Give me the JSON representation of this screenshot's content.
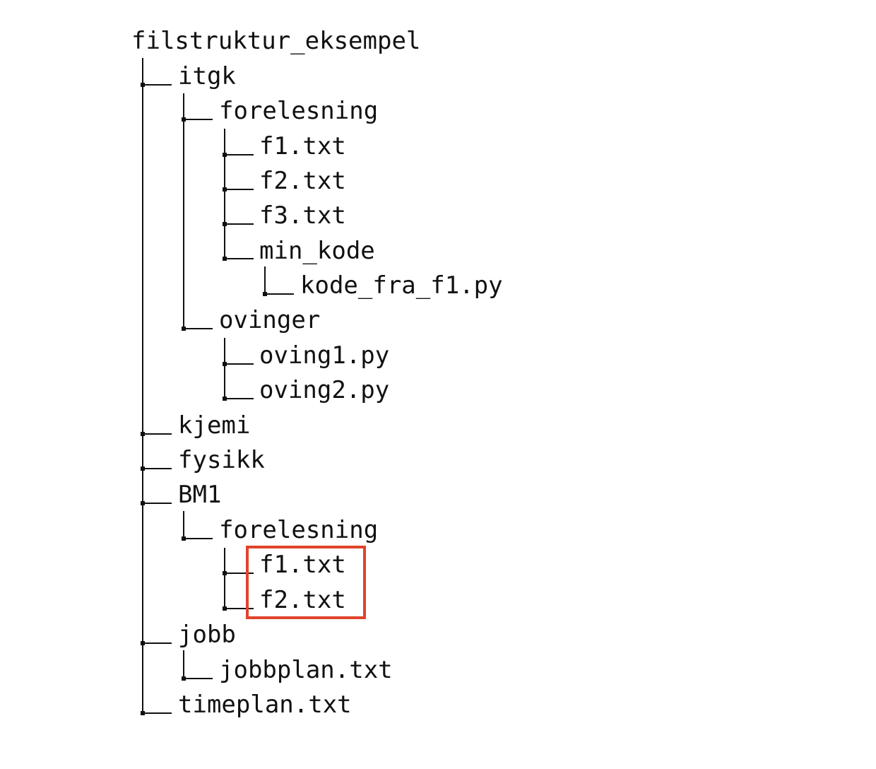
{
  "tree": {
    "root": "filstruktur_eksempel",
    "nodes": [
      {
        "id": "itgk",
        "label": "itgk"
      },
      {
        "id": "itgk-forelesning",
        "label": "forelesning"
      },
      {
        "id": "itgk-f1",
        "label": "f1.txt"
      },
      {
        "id": "itgk-f2",
        "label": "f2.txt"
      },
      {
        "id": "itgk-f3",
        "label": "f3.txt"
      },
      {
        "id": "min-kode",
        "label": "min_kode"
      },
      {
        "id": "kode-fra-f1",
        "label": "kode_fra_f1.py"
      },
      {
        "id": "ovinger",
        "label": "ovinger"
      },
      {
        "id": "oving1",
        "label": "oving1.py"
      },
      {
        "id": "oving2",
        "label": "oving2.py"
      },
      {
        "id": "kjemi",
        "label": "kjemi"
      },
      {
        "id": "fysikk",
        "label": "fysikk"
      },
      {
        "id": "bm1",
        "label": "BM1"
      },
      {
        "id": "bm1-forelesning",
        "label": "forelesning"
      },
      {
        "id": "bm1-f1",
        "label": "f1.txt"
      },
      {
        "id": "bm1-f2",
        "label": "f2.txt"
      },
      {
        "id": "jobb",
        "label": "jobb"
      },
      {
        "id": "jobbplan",
        "label": "jobbplan.txt"
      },
      {
        "id": "timeplan",
        "label": "timeplan.txt"
      }
    ]
  },
  "colors": {
    "line": "#111111",
    "highlight": "#e0442b"
  }
}
